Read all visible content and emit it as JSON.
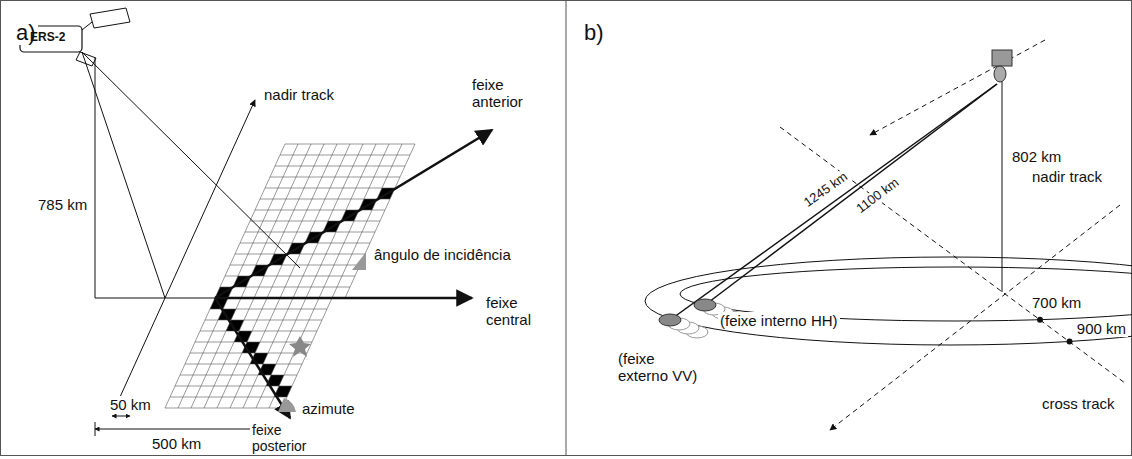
{
  "diagram": {
    "labels": [
      "a)",
      "ERS-2",
      "nadir track",
      "feixe anterior",
      "785 km",
      "ângulo de incidência",
      "feixe central",
      "50 km",
      "azimute",
      "500 km",
      "feixe posterior",
      "b)",
      "1245 km",
      "1100 km",
      "802 km",
      "nadir track",
      "(feixe interno HH)",
      "(feixe externo VV)",
      "700 km",
      "900 km",
      "cross track"
    ]
  }
}
